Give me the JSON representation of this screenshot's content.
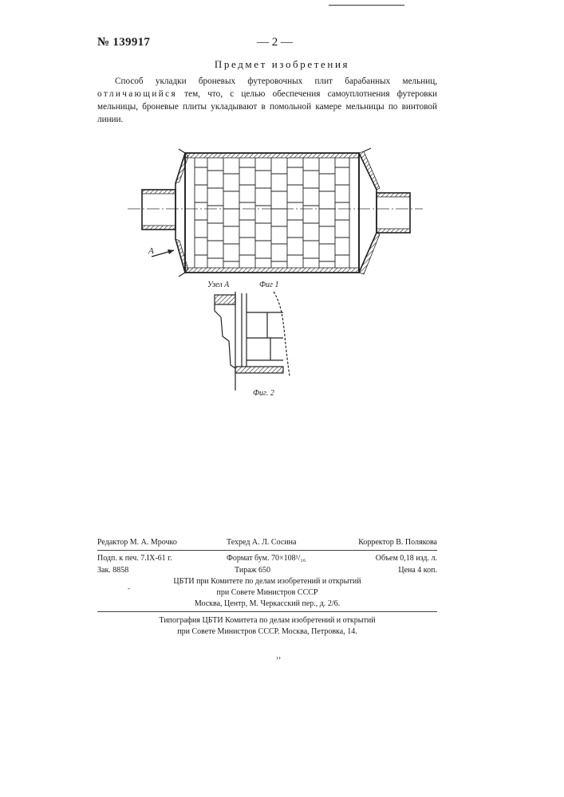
{
  "header": {
    "patent_number": "№ 139917",
    "page_number": "— 2 —"
  },
  "claim": {
    "title": "Предмет изобретения",
    "text_start": "Способ укладки броневых футеровочных плит барабанных мельниц, ",
    "text_spaced": "отличающийся",
    "text_end": " тем, что, с целью обеспечения самоуплотнения футеровки мельницы, броневые плиты укладывают в помольной камере мельницы по винтовой линии."
  },
  "figures": {
    "label_a": "А",
    "node_label": "Узел А",
    "fig1_caption": "Фиг 1",
    "fig2_caption": "Фиг. 2"
  },
  "credits": {
    "editor": "Редактор М. А. Мрочко",
    "techred": "Техред А. Л. Сосина",
    "corrector": "Корректор В. Полякова",
    "signed": "Подп. к печ. 7.IX-61 г.",
    "format": "Формат бум. 70×108¹/₁₆",
    "volume": "Объем 0,18 изд. л.",
    "order": "Зак. 8858",
    "circulation": "Тираж 650",
    "price": "Цена 4 коп.",
    "publisher_line1": "ЦБТИ при Комитете по делам изобретений и открытий",
    "publisher_line2": "при Совете Министров СССР",
    "publisher_line3": "Москва, Центр, М. Черкасский пер., д. 2/6.",
    "printer_line1": "Типография ЦБТИ Комитета по делам изобретений и открытий",
    "printer_line2": "при Совете Министров СССР. Москва, Петровка, 14."
  },
  "marks": {
    "dash": "-",
    "stray": "››"
  }
}
